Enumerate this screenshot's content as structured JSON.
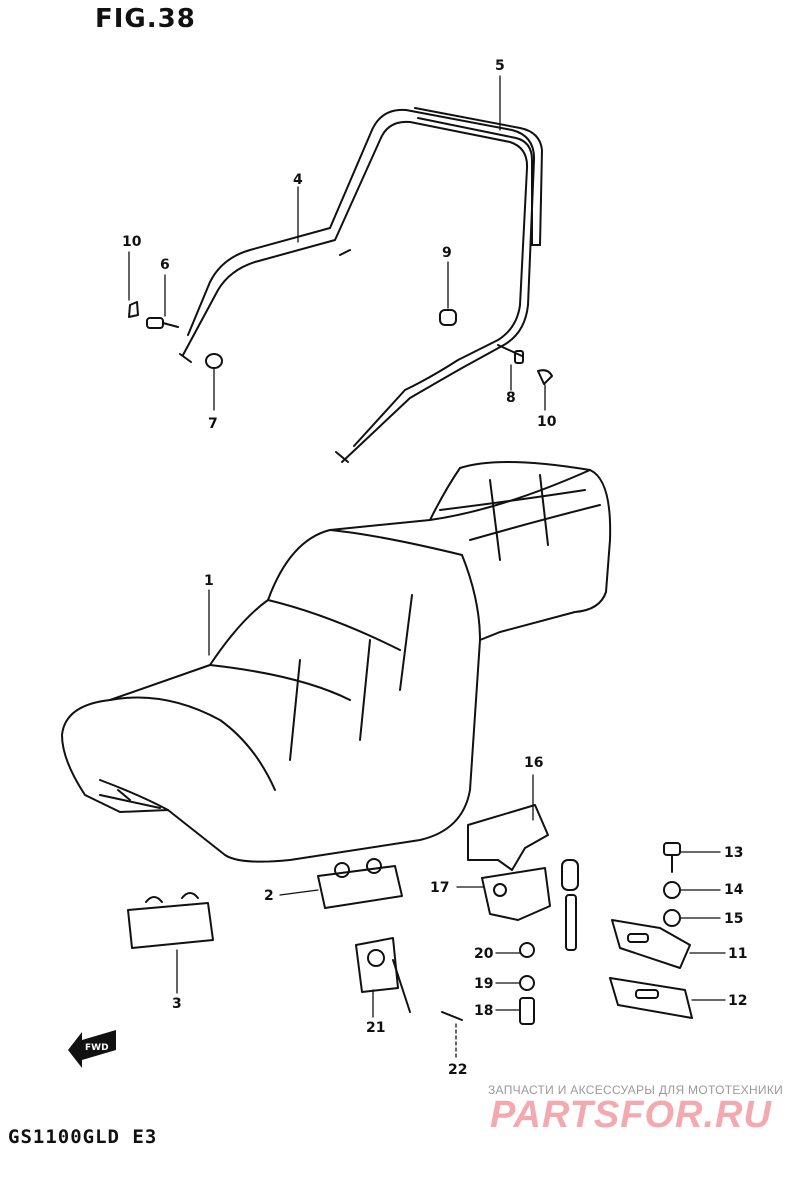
{
  "figure_label": "FIG.38",
  "model_code": "GS1100GLD E3",
  "watermark": {
    "tagline": "ЗАПЧАСТИ И АКСЕССУАРЫ ДЛЯ МОТОТЕХНИКИ",
    "logo": "PARTSFOR.RU",
    "logo_color": "#f3a9ae"
  },
  "forward_arrow_label": "FWD",
  "callouts": {
    "c1": "1",
    "c2": "2",
    "c3": "3",
    "c4": "4",
    "c5": "5",
    "c6": "6",
    "c7": "7",
    "c8": "8",
    "c9": "9",
    "c10a": "10",
    "c10b": "10",
    "c11": "11",
    "c12": "12",
    "c13": "13",
    "c14": "14",
    "c15": "15",
    "c16": "16",
    "c17": "17",
    "c18": "18",
    "c19": "19",
    "c20": "20",
    "c21": "21",
    "c22": "22"
  }
}
